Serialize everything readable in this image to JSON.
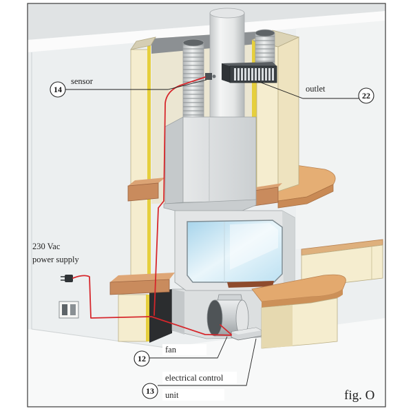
{
  "figure": {
    "label": "fig. O"
  },
  "callouts": {
    "sensor": {
      "number": "14",
      "label": "sensor"
    },
    "outlet": {
      "number": "22",
      "label": "outlet"
    },
    "fan": {
      "number": "12",
      "label": "fan"
    },
    "control_unit": {
      "number": "13",
      "label_line1": "electrical control",
      "label_line2": "unit"
    }
  },
  "power_supply": {
    "line1": "230 Vac",
    "line2": "power supply"
  },
  "colors": {
    "wire": "#d6262b",
    "cladding": "#f5edcf",
    "cladding_edge": "#e6cf3c",
    "wood": "#c98b5d",
    "mantel": "#e5ae74"
  }
}
